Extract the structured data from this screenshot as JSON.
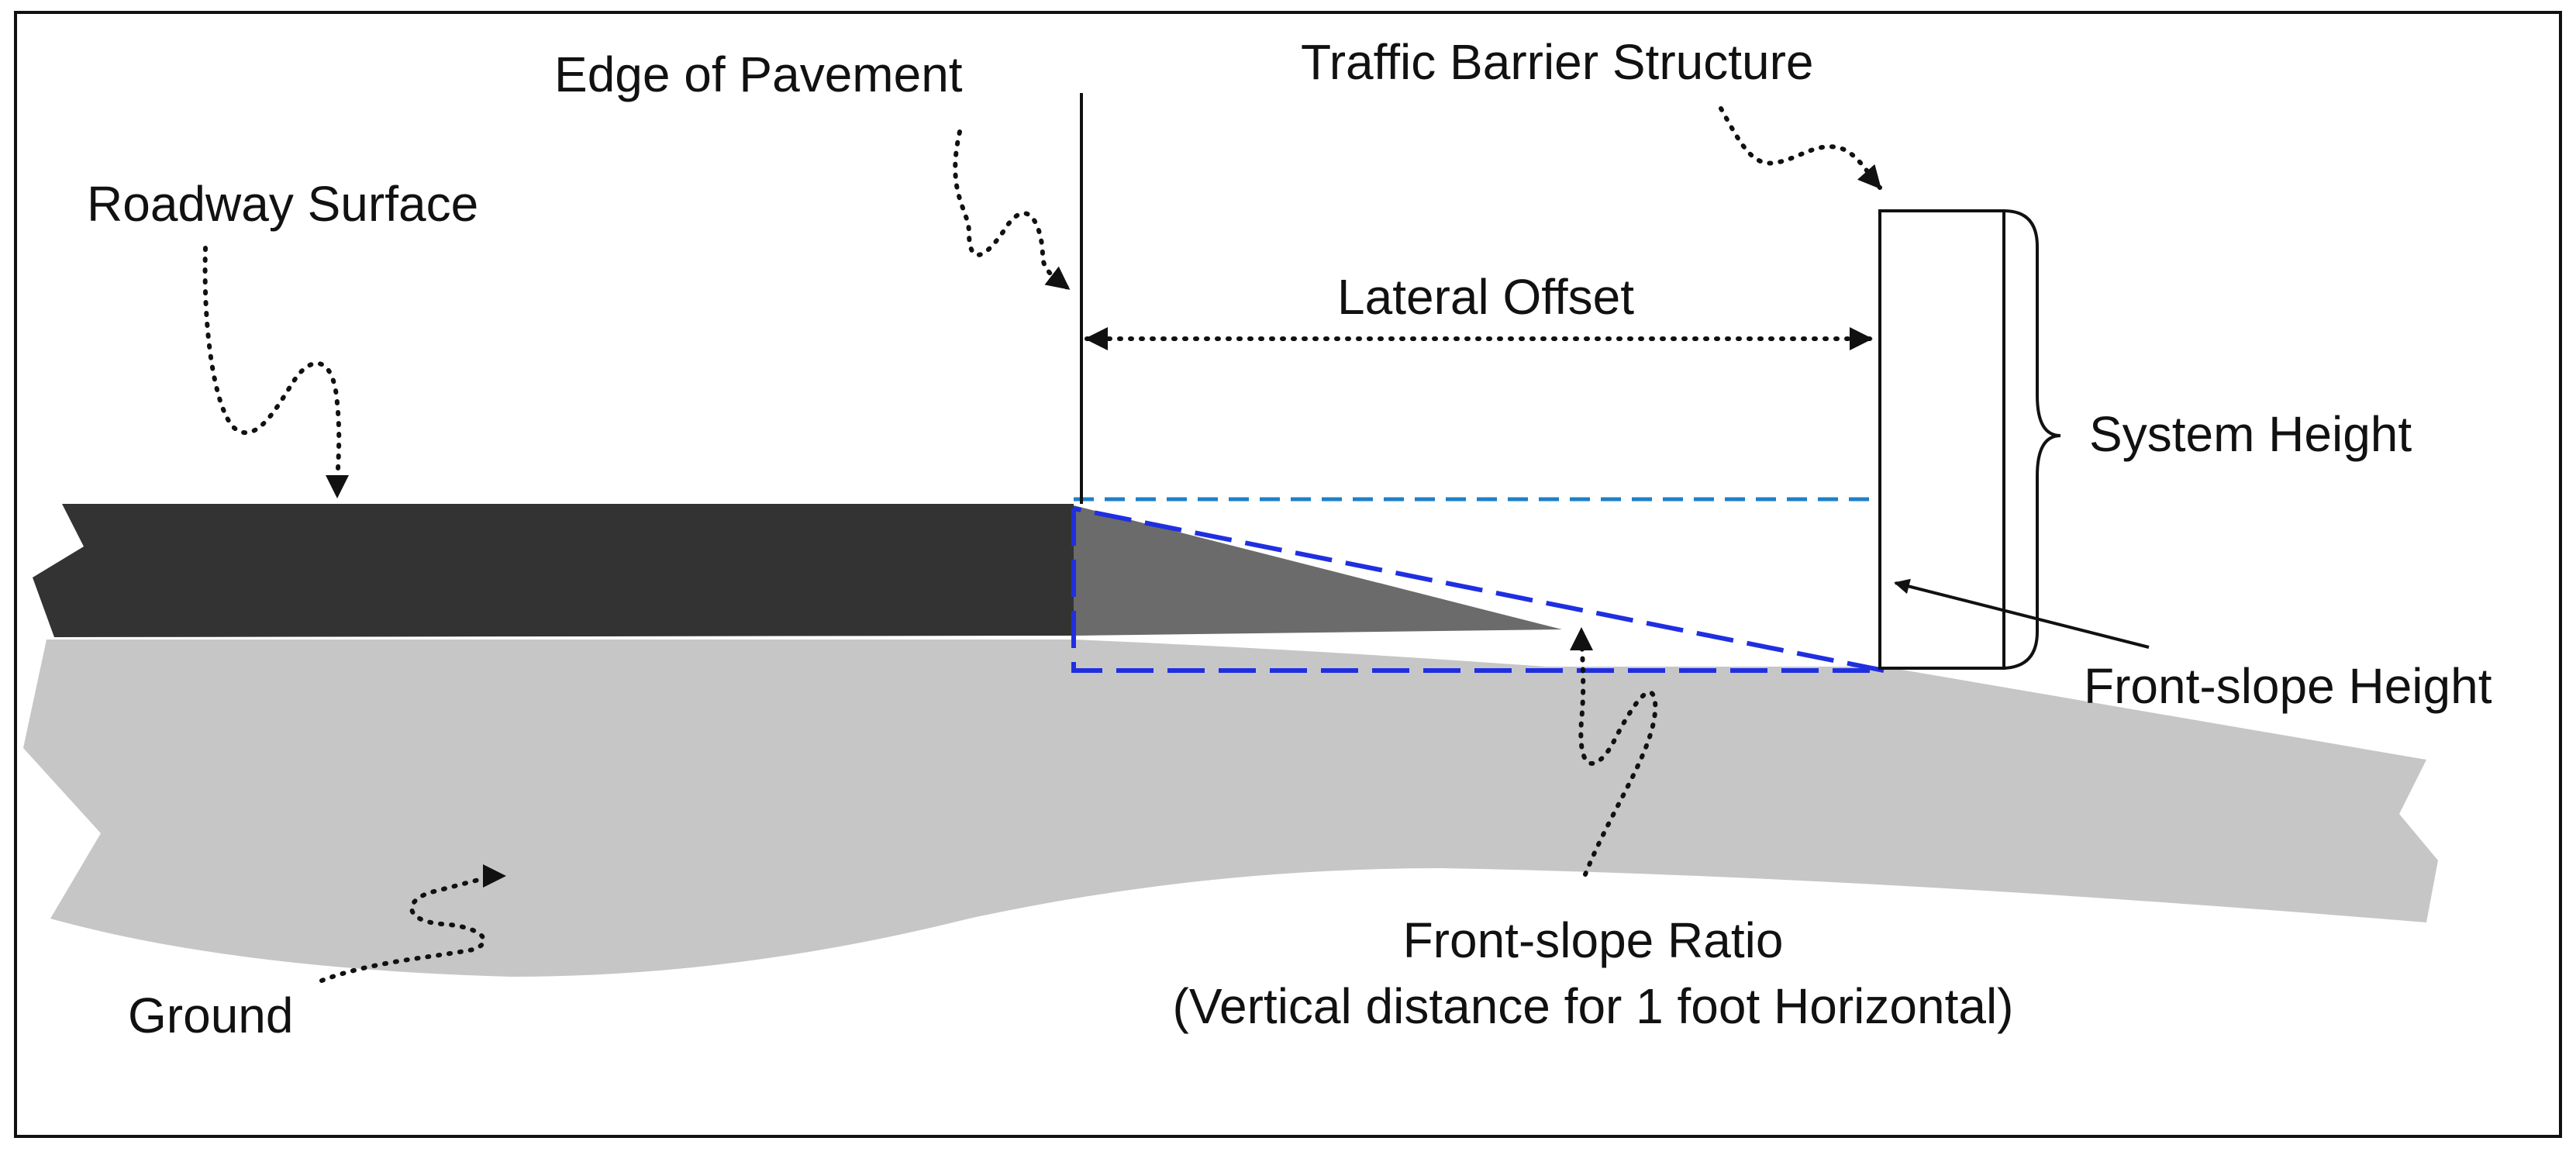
{
  "labels": {
    "edge_of_pavement": "Edge of Pavement",
    "traffic_barrier_structure": "Traffic Barrier Structure",
    "roadway_surface": "Roadway Surface",
    "lateral_offset": "Lateral Offset",
    "system_height": "System Height",
    "front_slope_height": "Front-slope Height",
    "front_slope_ratio": "Front-slope Ratio",
    "front_slope_ratio_note": "(Vertical distance for 1 foot Horizontal)",
    "ground": "Ground"
  },
  "colors": {
    "frame": "#111111",
    "roadway": "#333333",
    "ground": "#c6c6c6",
    "front_slope_fill": "#6b6b6b",
    "front_slope_outline": "#1f2fe0",
    "reference_line": "#1e7fc8",
    "barrier_fill": "#ffffff"
  }
}
